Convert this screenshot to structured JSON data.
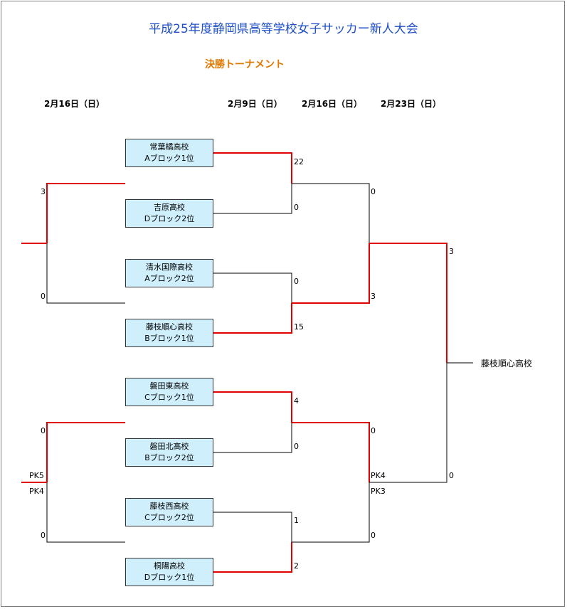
{
  "title": "平成25年度静岡県高等学校女子サッカー新人大会",
  "subtitle": "決勝トーナメント",
  "dates": {
    "left": "2月16日（日）",
    "round1": "2月9日（日）",
    "round2": "2月16日（日）",
    "final": "2月23日（日）"
  },
  "teams": [
    {
      "name": "常葉橘高校",
      "seed": "Aブロック1位"
    },
    {
      "name": "吉原高校",
      "seed": "Dブロック2位"
    },
    {
      "name": "清水国際高校",
      "seed": "Aブロック2位"
    },
    {
      "name": "藤枝順心高校",
      "seed": "Bブロック1位"
    },
    {
      "name": "磐田東高校",
      "seed": "Cブロック1位"
    },
    {
      "name": "磐田北高校",
      "seed": "Bブロック2位"
    },
    {
      "name": "藤枝西高校",
      "seed": "Cブロック2位"
    },
    {
      "name": "桐陽高校",
      "seed": "Dブロック1位"
    }
  ],
  "scores": {
    "r1_m1_top": "22",
    "r1_m1_bot": "0",
    "r1_m2_top": "0",
    "r1_m2_bot": "15",
    "r1_m3_top": "4",
    "r1_m3_bot": "0",
    "r1_m4_top": "1",
    "r1_m4_bot": "2",
    "sf1_top": "0",
    "sf1_bot": "3",
    "sf2_top": "0",
    "sf2_pk_top": "PK4",
    "sf2_pk_bot": "PK3",
    "sf2_bot": "0",
    "final_top": "3",
    "final_bot": "0",
    "left_top_top": "3",
    "left_top_bot": "0",
    "left_bot_top": "0",
    "left_bot_pk_top": "PK5",
    "left_bot_pk_bot": "PK4",
    "left_bot_bot": "0"
  },
  "champion": "藤枝順心高校",
  "colors": {
    "winner_line": "#e00000",
    "loser_line": "#000000",
    "team_box": "#cfeffc",
    "title": "#1f4fc6",
    "subtitle": "#e07800"
  }
}
